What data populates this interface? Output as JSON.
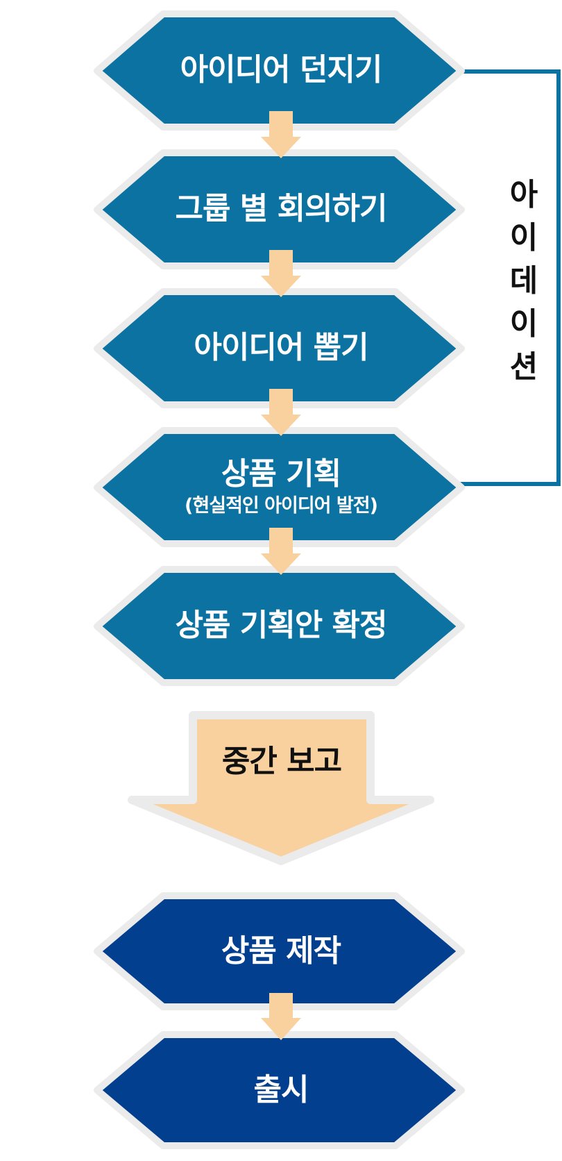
{
  "colors": {
    "phase_hex": "#0b72a1",
    "production_hex": "#033f8f",
    "hex_border": "#ebebeb",
    "connector_arrow": "#f8d19e",
    "report_arrow": "#f8d19e",
    "bracket": "#0b72a1",
    "label_text": "#ffffff",
    "side_text": "#111111"
  },
  "steps": [
    {
      "label": "아이디어 던지기"
    },
    {
      "label": "그룹 별 회의하기"
    },
    {
      "label": "아이디어 뽑기"
    },
    {
      "label": "상품 기획",
      "sublabel": "(현실적인 아이디어 발전)"
    },
    {
      "label": "상품 기획안 확정"
    }
  ],
  "iteration_label": "아이데이션",
  "report_label": "중간 보고",
  "final_steps": [
    {
      "label": "상품 제작"
    },
    {
      "label": "출시"
    }
  ]
}
